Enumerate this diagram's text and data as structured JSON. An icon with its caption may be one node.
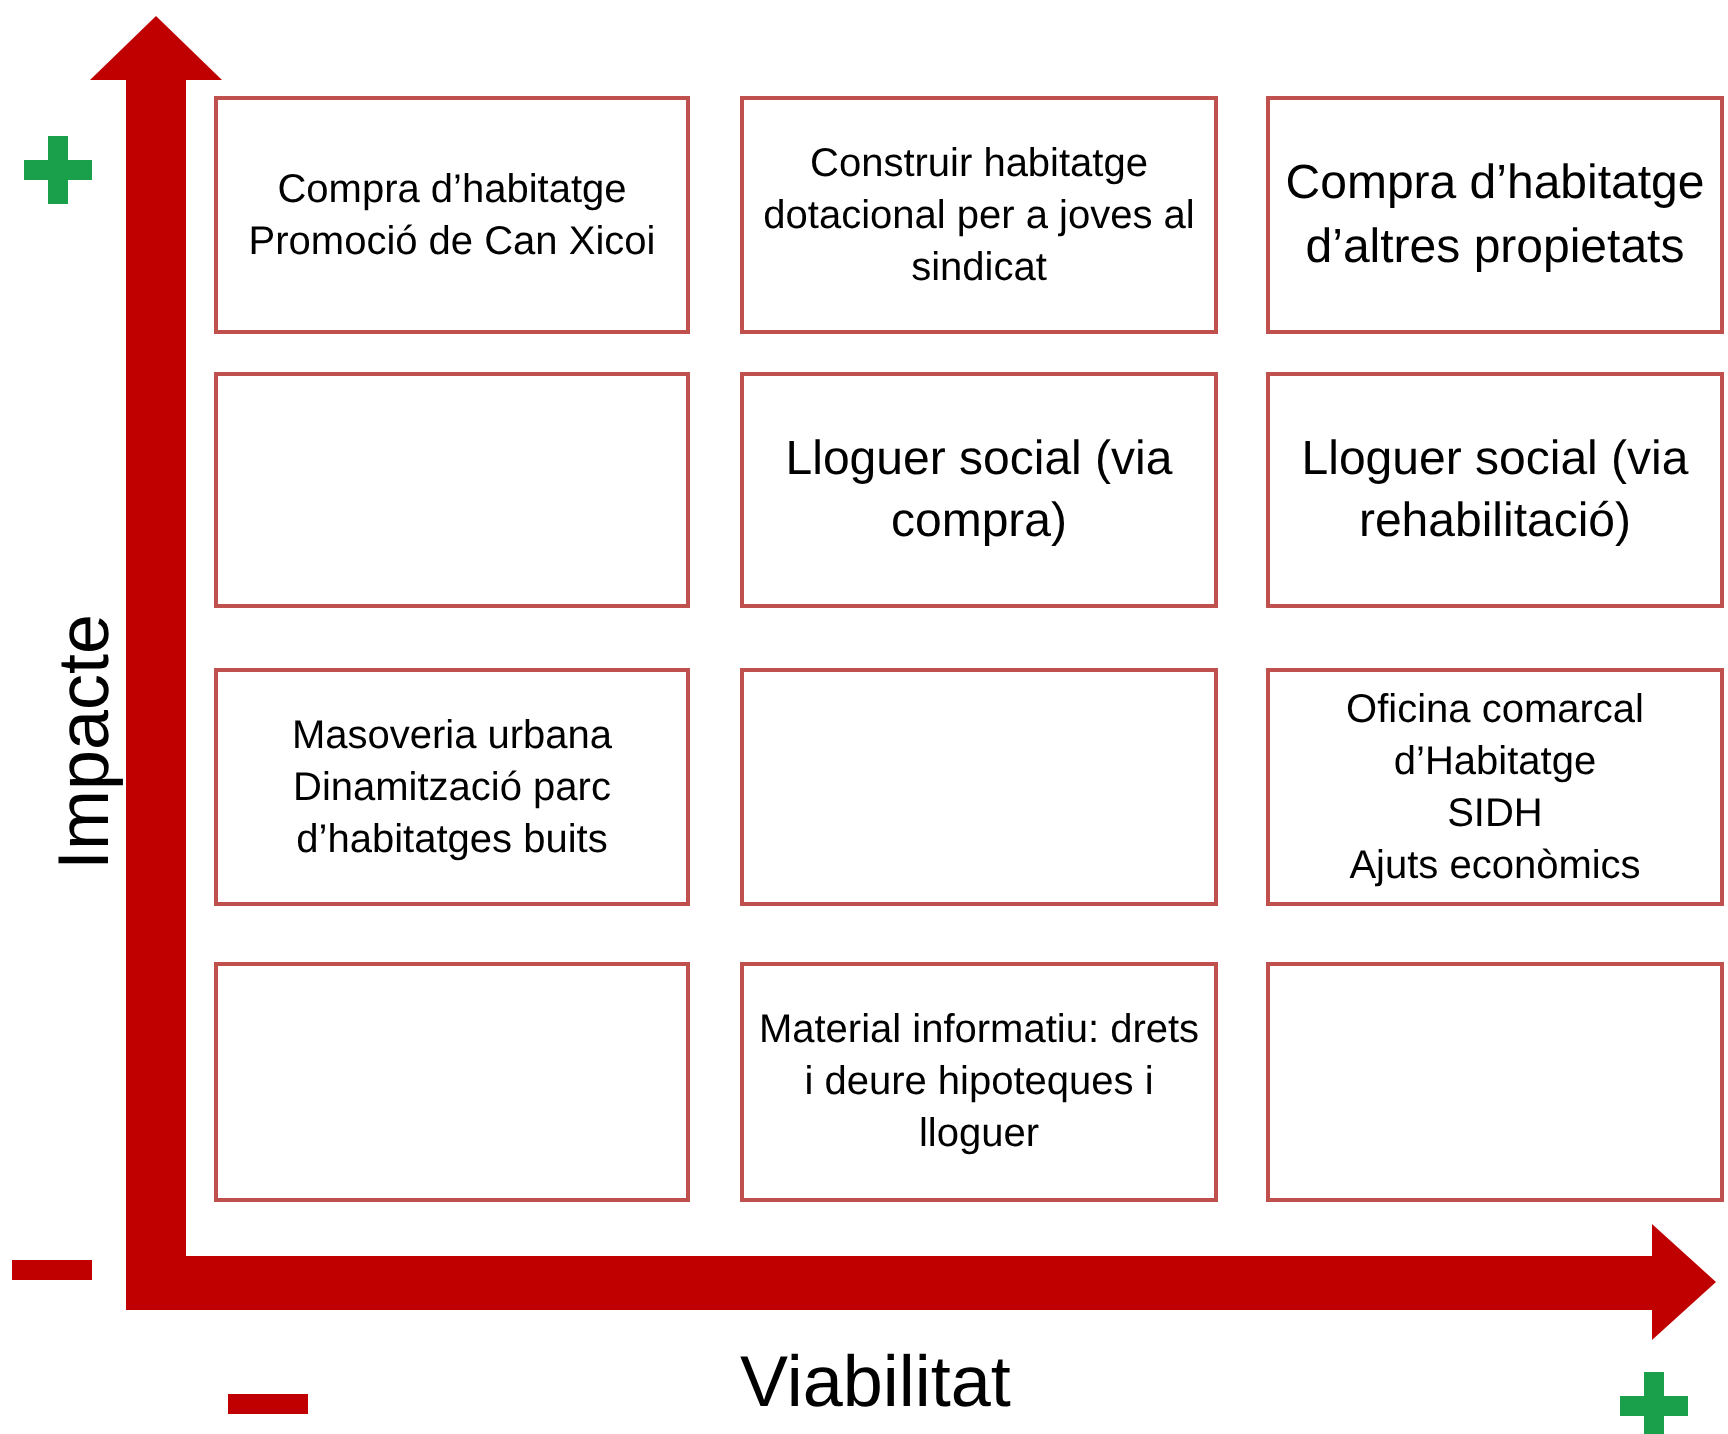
{
  "diagram": {
    "nodes": [
      {
        "text": [
          "Compra d’habitatge",
          "Promoció de Can Xicoi"
        ]
      },
      {
        "text": [
          "Construir habitatge dotacional per a joves al sindicat"
        ]
      },
      {
        "text": [
          "Compra d’habitatge d’altres propietats"
        ]
      },
      {
        "text": [],
        "shape": "box"
      },
      {
        "text": [
          "Lloguer social (via compra)"
        ]
      },
      {
        "text": [
          "Lloguer social (via rehabilitació)"
        ]
      },
      {
        "text": [
          "Masoveria urbana",
          "Dinamització parc d’habitatges buits"
        ]
      },
      {
        "text": [],
        "shape": "box"
      },
      {
        "text": [
          "Oficina comarcal d’Habitatge",
          "SIDH",
          "Ajuts econòmics"
        ]
      },
      {
        "text": [],
        "shape": "box"
      },
      {
        "text": [
          "Material informatiu: drets i deure hipoteques i lloguer"
        ]
      },
      {
        "text": [],
        "shape": "box"
      }
    ],
    "labels": [
      "Impacte",
      "Viabilitat"
    ]
  }
}
